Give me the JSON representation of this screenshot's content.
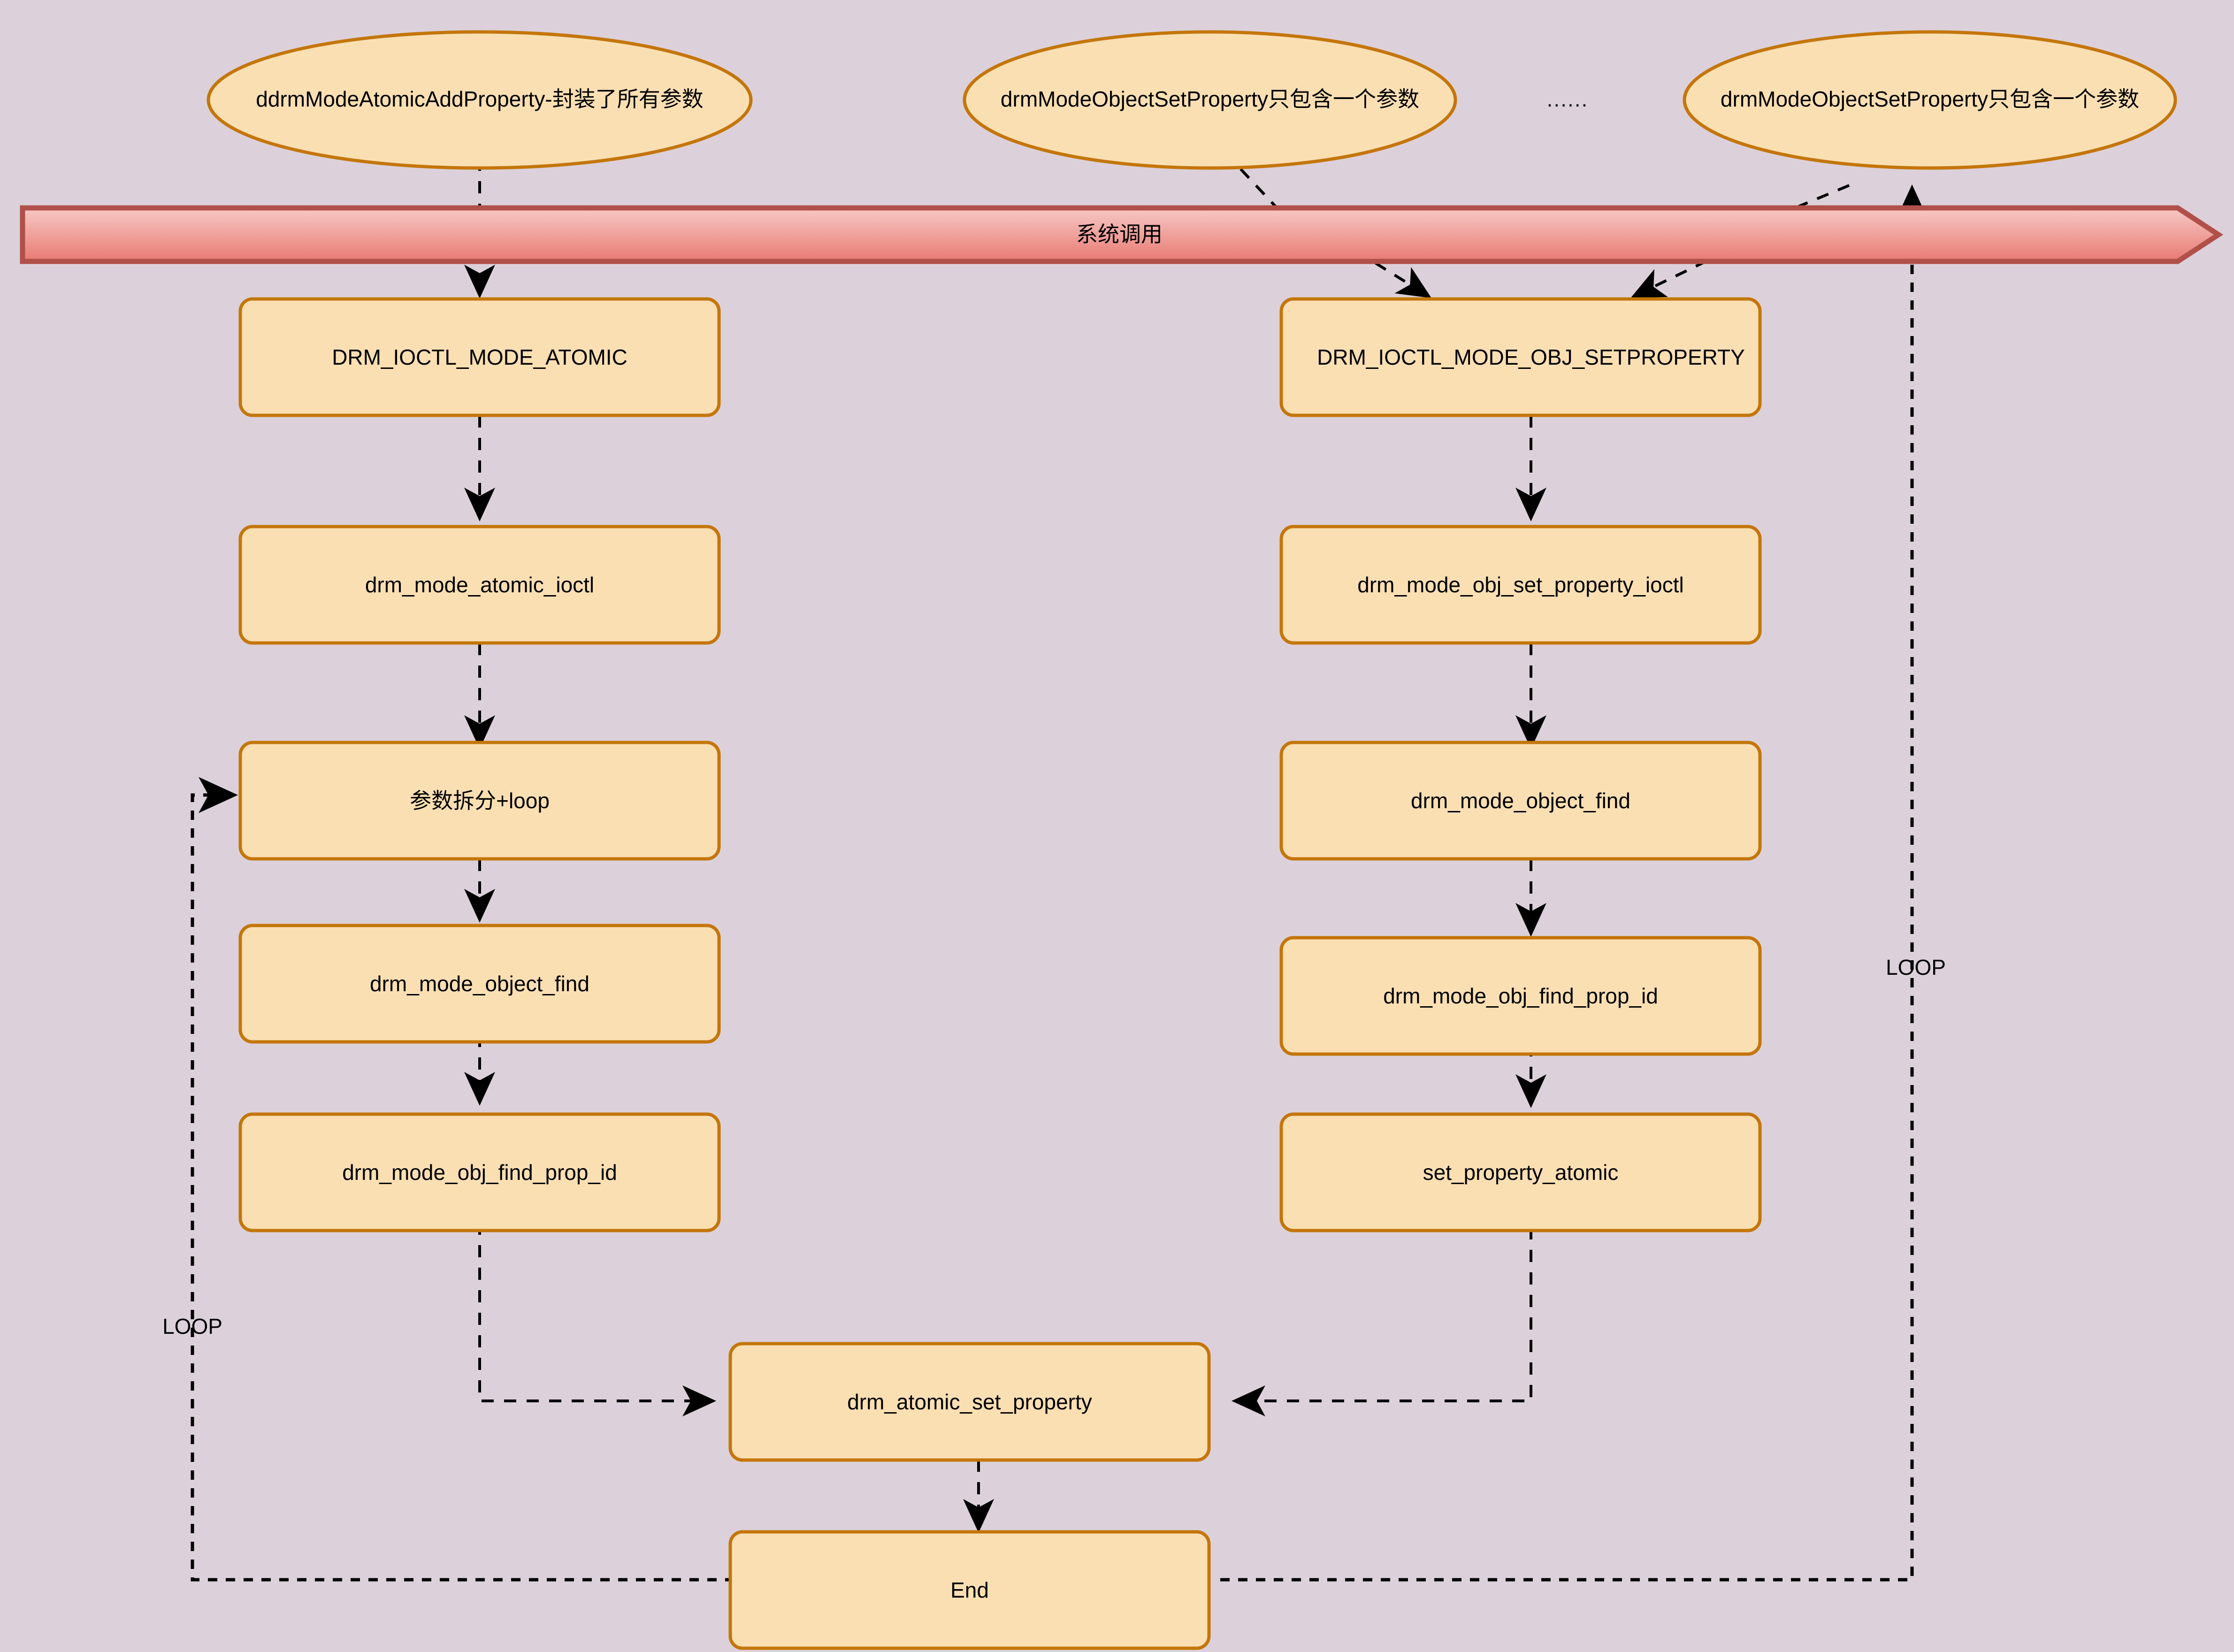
{
  "diagram": {
    "title_banner": {
      "label": "系统调用",
      "fill_top": "#f5c0bd",
      "fill_bottom": "#e8746d",
      "stroke": "#b05049"
    },
    "background_color": "#dcd1da",
    "node_fill": "#fadfb3",
    "node_stroke": "#c4760b",
    "edge_color": "#000000",
    "ellipsis": "......",
    "terminals": [
      {
        "id": "term-atomic-add",
        "label": "ddrmModeAtomicAddProperty-封装了所有参数"
      },
      {
        "id": "term-objset-1",
        "label": "drmModeObjectSetProperty只包含一个参数"
      },
      {
        "id": "term-objset-2",
        "label": "drmModeObjectSetProperty只包含一个参数"
      }
    ],
    "left_column": [
      {
        "id": "drm-ioctl-mode-atomic",
        "label": "DRM_IOCTL_MODE_ATOMIC"
      },
      {
        "id": "drm-mode-atomic-ioctl",
        "label": "drm_mode_atomic_ioctl"
      },
      {
        "id": "param-split-loop",
        "label": "参数拆分+loop"
      },
      {
        "id": "drm-mode-object-find-left",
        "label": "drm_mode_object_find"
      },
      {
        "id": "drm-mode-obj-find-prop-id-left",
        "label": "drm_mode_obj_find_prop_id"
      }
    ],
    "right_column": [
      {
        "id": "drm-ioctl-mode-obj-setproperty",
        "label": "DRM_IOCTL_MODE_OBJ_SETPROPERTY"
      },
      {
        "id": "drm-mode-obj-set-property-ioctl",
        "label": "drm_mode_obj_set_property_ioctl"
      },
      {
        "id": "drm-mode-object-find-right",
        "label": "drm_mode_object_find"
      },
      {
        "id": "drm-mode-obj-find-prop-id-right",
        "label": "drm_mode_obj_find_prop_id"
      },
      {
        "id": "set-property-atomic",
        "label": "set_property_atomic"
      }
    ],
    "bottom_column": [
      {
        "id": "drm-atomic-set-property",
        "label": "drm_atomic_set_property"
      },
      {
        "id": "end-node",
        "label": "End"
      }
    ],
    "loop_labels": [
      {
        "id": "loop-left",
        "label": "LOOP"
      },
      {
        "id": "loop-right",
        "label": "LOOP"
      }
    ]
  }
}
